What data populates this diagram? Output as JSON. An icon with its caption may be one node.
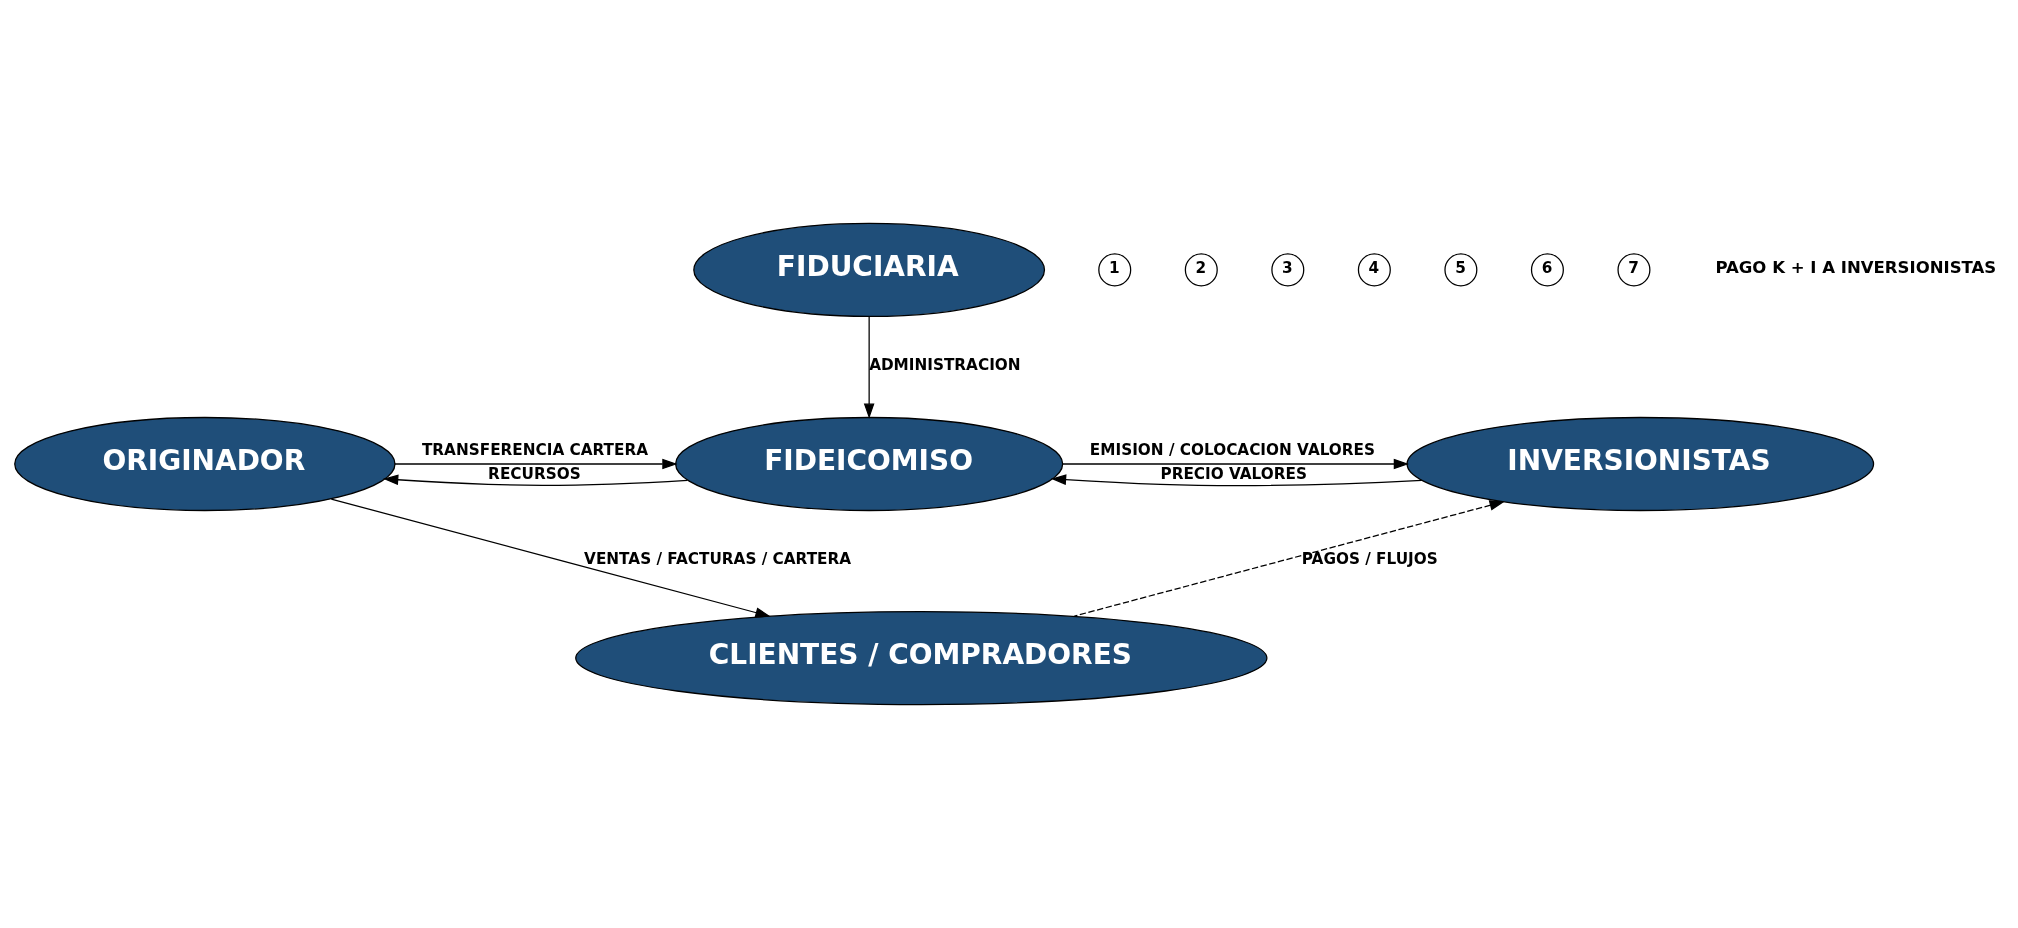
{
  "diagram": {
    "nodes": [
      {
        "text": [
          "FIDUCIARIA"
        ]
      },
      {
        "text": [
          "ORIGINADOR"
        ]
      },
      {
        "text": [
          "FIDEICOMISO"
        ]
      },
      {
        "text": [
          "INVERSIONISTAS"
        ]
      },
      {
        "text": [
          "CLIENTES / COMPRADORES"
        ]
      },
      {
        "text": [
          "1"
        ]
      },
      {
        "text": [
          "2"
        ]
      },
      {
        "text": [
          "3"
        ]
      },
      {
        "text": [
          "4"
        ]
      },
      {
        "text": [
          "5"
        ]
      },
      {
        "text": [
          "6"
        ]
      },
      {
        "text": [
          "7"
        ]
      }
    ],
    "edges": [
      {
        "from": 0,
        "to": 2,
        "arrow": "to",
        "label": "ADMINISTRACION"
      },
      {
        "from": 1,
        "to": 2,
        "arrow": "to",
        "label": "TRANSFERENCIA CARTERA"
      },
      {
        "from": 2,
        "to": 1,
        "arrow": "to",
        "label": "RECURSOS"
      },
      {
        "from": 2,
        "to": 3,
        "arrow": "to",
        "label": "EMISION / COLOCACION VALORES"
      },
      {
        "from": 3,
        "to": 2,
        "arrow": "to",
        "label": "PRECIO VALORES"
      },
      {
        "from": 1,
        "to": 4,
        "arrow": "to",
        "label": "VENTAS / FACTURAS / CARTERA"
      },
      {
        "from": 4,
        "to": 3,
        "arrow": "to",
        "label": "PAGOS / FLUJOS",
        "style": "dashed"
      }
    ],
    "labels": [
      "PAGO K + I A INVERSIONISTAS"
    ]
  }
}
